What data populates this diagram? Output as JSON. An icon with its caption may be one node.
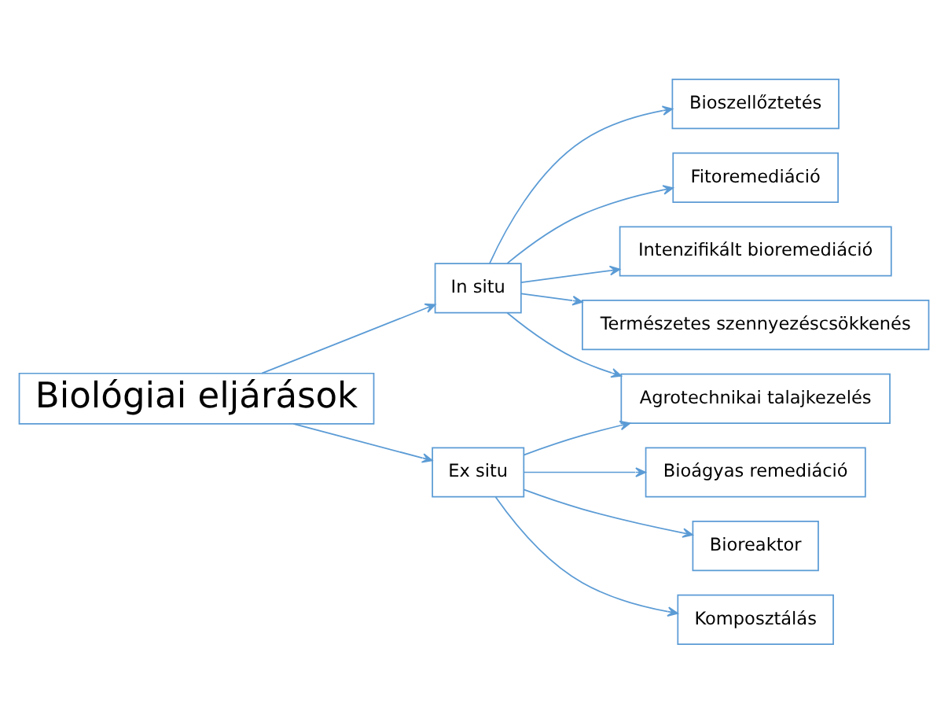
{
  "diagram": {
    "nodes": [
      {
        "text": [
          "Biológiai eljárások"
        ]
      },
      {
        "text": [
          "In situ"
        ]
      },
      {
        "text": [
          "Ex situ"
        ]
      },
      {
        "text": [
          "Bioszellőztetés"
        ]
      },
      {
        "text": [
          "Bioágyas remediáció"
        ]
      },
      {
        "text": [
          "Fitoremediáció"
        ]
      },
      {
        "text": [
          "Bioreaktor"
        ]
      },
      {
        "text": [
          "Intenzifikált bioremediáció"
        ]
      },
      {
        "text": [
          "Komposztálás"
        ]
      },
      {
        "text": [
          "Agrotechnikai talajkezelés"
        ]
      },
      {
        "text": [
          "Természetes szennyezéscsökkenés"
        ]
      }
    ],
    "edges": [
      {
        "from": 0,
        "to": 1,
        "arrow": "to"
      },
      {
        "from": 0,
        "to": 2,
        "arrow": "to"
      },
      {
        "from": 1,
        "to": 3,
        "arrow": "to"
      },
      {
        "from": 1,
        "to": 5,
        "arrow": "to"
      },
      {
        "from": 1,
        "to": 7,
        "arrow": "to"
      },
      {
        "from": 1,
        "to": 9,
        "arrow": "to"
      },
      {
        "from": 1,
        "to": 10,
        "arrow": "to"
      },
      {
        "from": 2,
        "to": 4,
        "arrow": "to"
      },
      {
        "from": 2,
        "to": 6,
        "arrow": "to"
      },
      {
        "from": 2,
        "to": 8,
        "arrow": "to"
      },
      {
        "from": 2,
        "to": 9,
        "arrow": "to"
      }
    ]
  }
}
